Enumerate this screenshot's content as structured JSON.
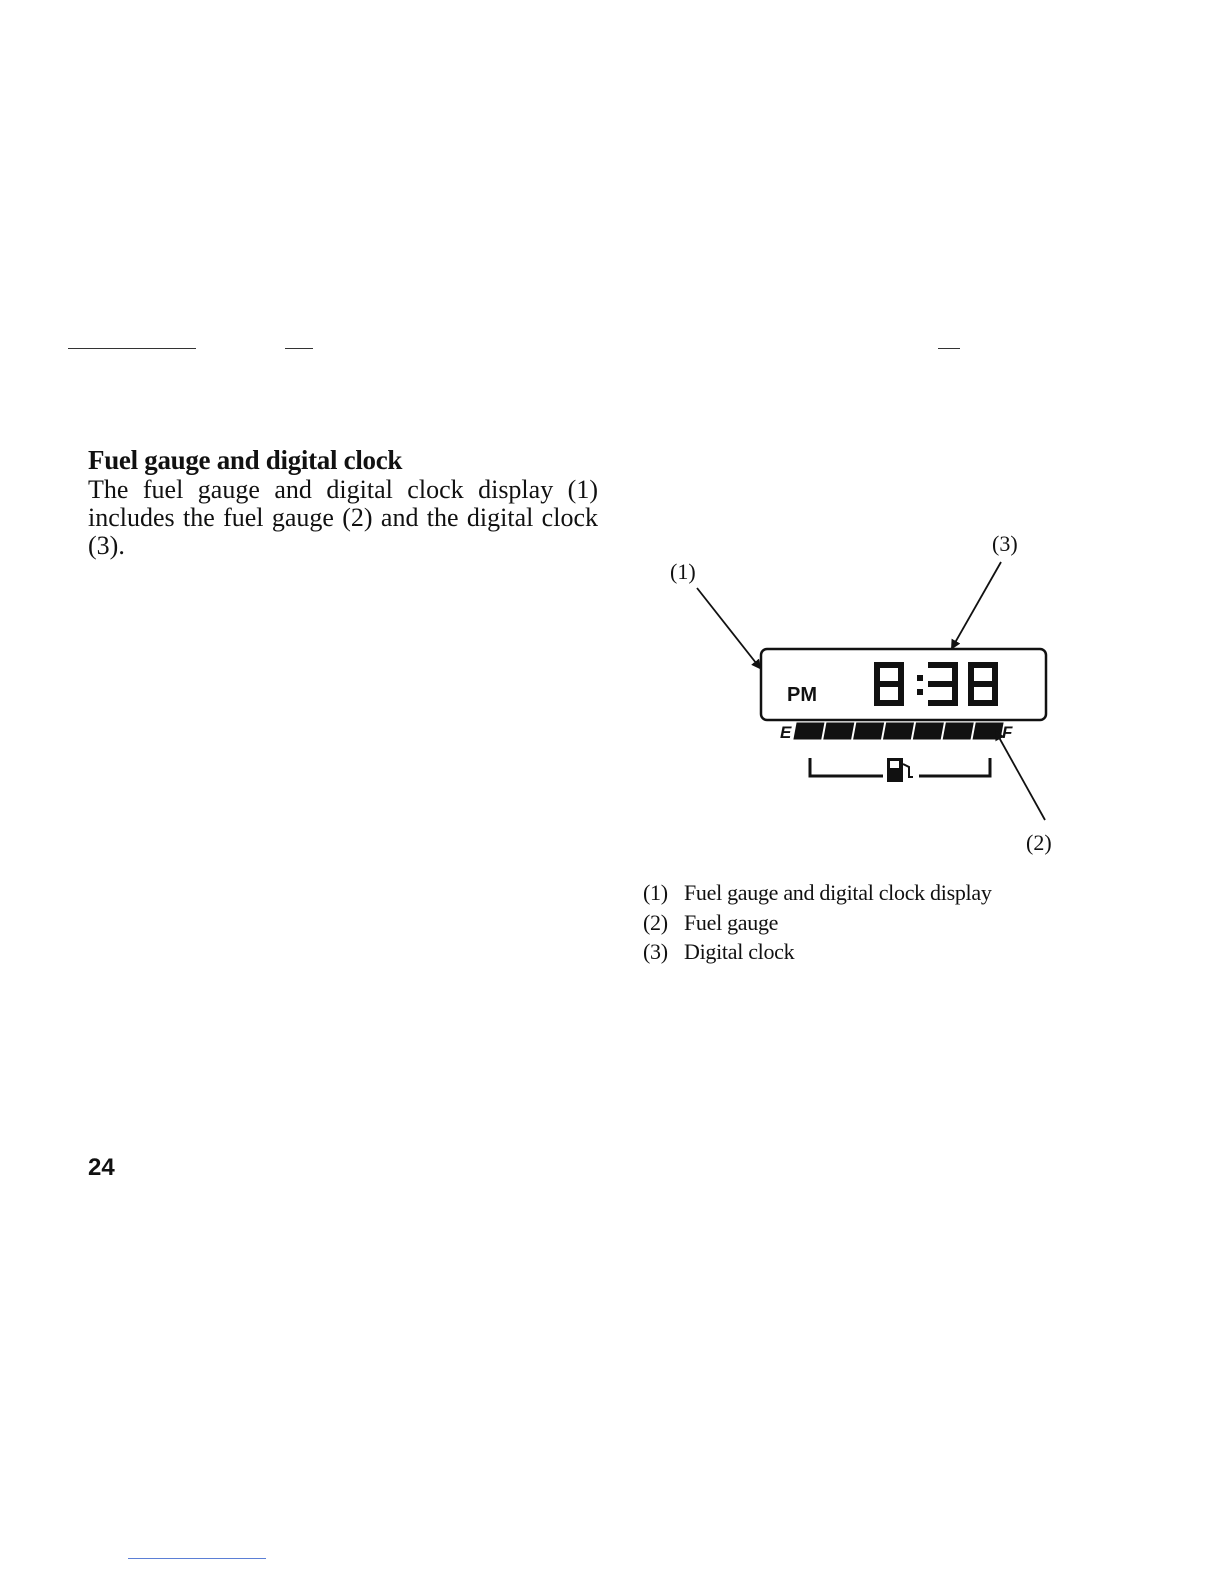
{
  "section": {
    "title": "Fuel gauge and digital clock",
    "paragraph": "The fuel gauge and digital clock display (1) includes the fuel gauge (2) and the digital clock (3)."
  },
  "figure": {
    "callouts": {
      "display": "(1)",
      "gauge": "(2)",
      "clock": "(3)"
    },
    "lcd": {
      "meridiem": "PM",
      "time": "8:38",
      "empty_label": "E",
      "full_label": "F",
      "fuel_segments_total": 7,
      "fuel_segments_lit": 7
    },
    "icons": [
      "fuel-pump-icon"
    ]
  },
  "legend": [
    {
      "number": "(1)",
      "text": "Fuel gauge and digital clock display"
    },
    {
      "number": "(2)",
      "text": "Fuel gauge"
    },
    {
      "number": "(3)",
      "text": "Digital clock"
    }
  ],
  "page_number": "24"
}
